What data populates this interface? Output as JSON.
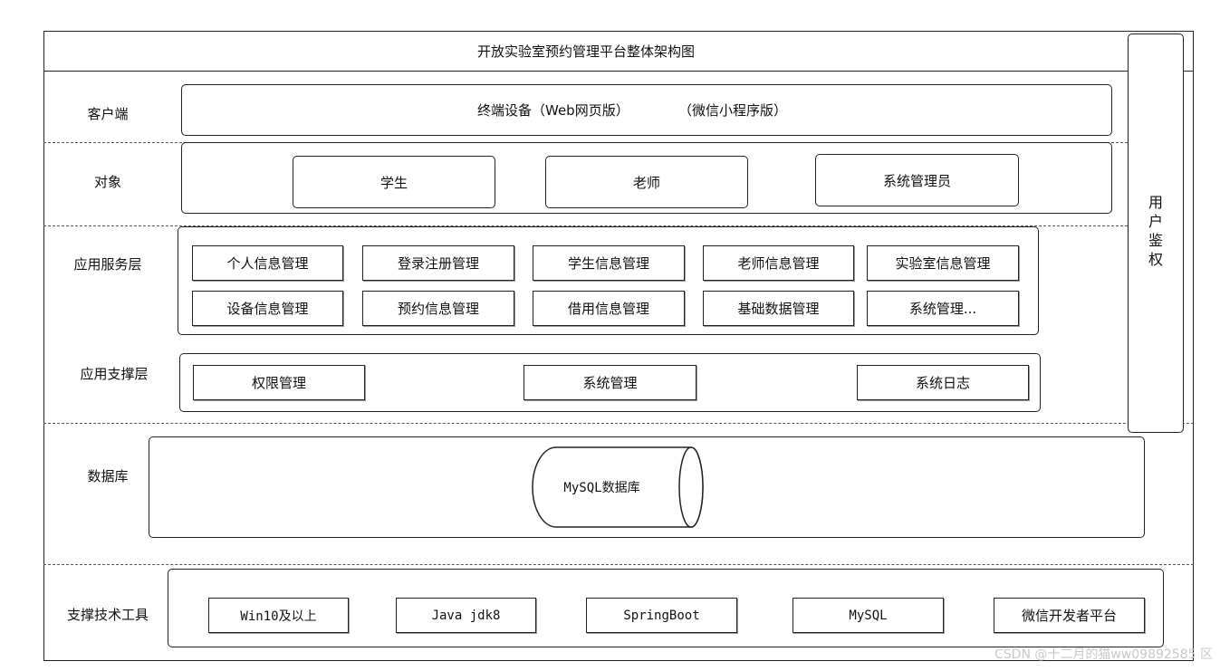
{
  "title": "开放实验室预约管理平台整体架构图",
  "side_panel": {
    "label_chars": [
      "用",
      "户",
      "鉴",
      "权"
    ]
  },
  "layers": {
    "client": {
      "label": "客户端",
      "text_web": "终端设备（Web网页版）",
      "text_wechat": "（微信小程序版）"
    },
    "object": {
      "label": "对象",
      "items": [
        "学生",
        "老师",
        "系统管理员"
      ]
    },
    "app_service": {
      "label": "应用服务层",
      "row1": [
        "个人信息管理",
        "登录注册管理",
        "学生信息管理",
        "老师信息管理",
        "实验室信息管理"
      ],
      "row2": [
        "设备信息管理",
        "预约信息管理",
        "借用信息管理",
        "基础数据管理",
        "系统管理..."
      ]
    },
    "app_support": {
      "label": "应用支撑层",
      "items": [
        "权限管理",
        "系统管理",
        "系统日志"
      ]
    },
    "database": {
      "label": "数据库",
      "node": "MySQL数据库"
    },
    "tools": {
      "label": "支撑技术工具",
      "items": [
        "Win10及以上",
        "Java jdk8",
        "SpringBoot",
        "MySQL",
        "微信开发者平台"
      ]
    }
  },
  "watermark": "CSDN @十二月的猫ww09892585 区"
}
